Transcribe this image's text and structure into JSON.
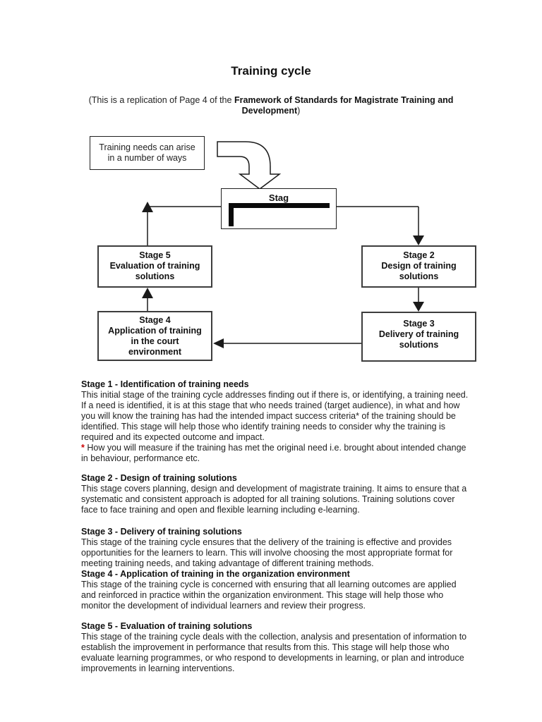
{
  "colors": {
    "footnote_marker_red": "#cc0000",
    "diagram_line": "#1a1a1a",
    "text": "#222222"
  },
  "page": {
    "title": "Training cycle",
    "subtitle_prefix": "(This is a replication of Page 4 of the ",
    "subtitle_bold": "Framework of Standards for Magistrate Training and Development",
    "subtitle_suffix": ")"
  },
  "diagram": {
    "needs_note_lines": [
      "Training needs can arise",
      "in a number of ways"
    ],
    "stage1_label": "Stag",
    "boxes": {
      "stage2": {
        "title": "Stage 2",
        "lines": [
          "Design of training",
          "solutions"
        ]
      },
      "stage3": {
        "title": "Stage 3",
        "lines": [
          "Delivery of training",
          "solutions"
        ]
      },
      "stage4": {
        "title": "Stage 4",
        "lines": [
          "Application of training",
          "in the court",
          "environment"
        ]
      },
      "stage5": {
        "title": "Stage 5",
        "lines": [
          "Evaluation of training",
          "solutions"
        ]
      }
    }
  },
  "sections": [
    {
      "heading": "Stage 1 - Identification of training needs",
      "body": "This initial stage of the training cycle addresses finding out if there is, or identifying, a training need. If a need is identified, it is at this stage that who needs trained (target audience), in what and how you will know the training has had the intended impact success criteria* of the training should be identified.  This stage will help those who identify training needs to consider why the training is required and its expected outcome and impact.",
      "note_marker": "*",
      "note_text": " How you will measure if the training has met the original need i.e. brought about intended change in behaviour, performance etc."
    },
    {
      "heading": "Stage 2 - Design of training solutions",
      "body": "This stage covers planning, design and development of magistrate training. It aims to ensure that a systematic and consistent approach is adopted for all training solutions.  Training solutions cover face to face training and open and flexible learning including e-learning."
    },
    {
      "heading": "Stage 3 - Delivery of training solutions",
      "body": "This stage of the training cycle ensures that the delivery of the training is effective and provides opportunities for the learners to learn.  This will involve choosing the most appropriate format for meeting training needs, and taking advantage of different training methods."
    },
    {
      "heading": "Stage 4 - Application of training in the organization environment",
      "body": "This stage of the training cycle is concerned with ensuring that all learning outcomes are applied and reinforced in practice within the  organization environment.  This stage will help those who monitor the development of individual learners and review their progress."
    },
    {
      "heading": "Stage 5 - Evaluation of training solutions",
      "body": "This stage of the training cycle deals with the collection, analysis and presentation of information to establish the improvement in performance that results from this.  This stage will help those who evaluate learning programmes, or who respond to developments in learning, or plan and introduce improvements in learning interventions."
    }
  ]
}
